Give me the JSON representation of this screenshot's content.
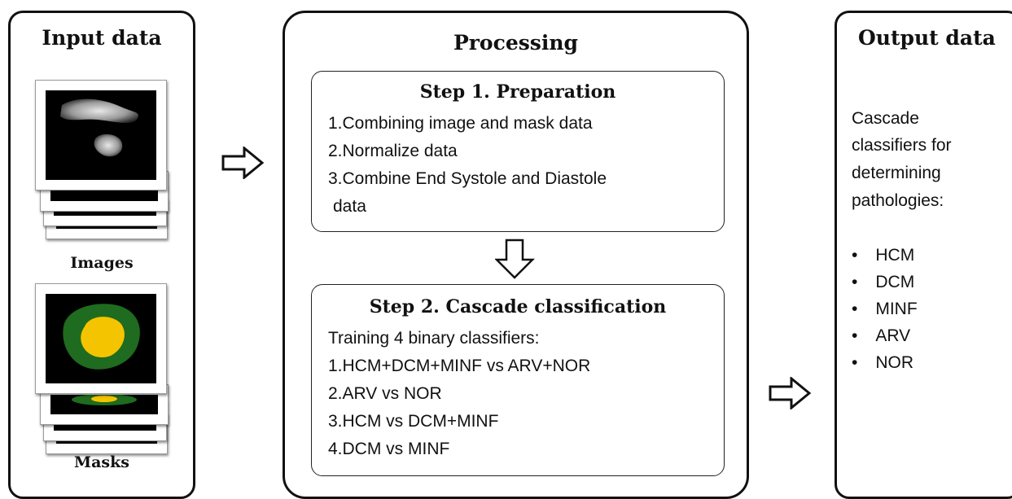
{
  "input": {
    "title": "Input data",
    "images_label": "Images",
    "masks_label": "Masks"
  },
  "processing": {
    "title": "Processing",
    "step1": {
      "title": "Step 1. Preparation",
      "lines": [
        "1.Combining image and mask data",
        "2.Normalize data",
        "3.Combine End Systole and Diastole",
        " data"
      ]
    },
    "step2": {
      "title": "Step 2. Cascade classification",
      "lines": [
        "Training 4 binary classifiers:",
        "1.HCM+DCM+MINF vs ARV+NOR",
        "2.ARV vs NOR",
        "3.HCM vs DCM+MINF",
        "4.DCM vs MINF"
      ]
    }
  },
  "output": {
    "title": "Output data",
    "description_lines": [
      "Cascade",
      "classifiers for",
      "determining",
      "pathologies:"
    ],
    "bullets": [
      "HCM",
      "DCM",
      "MINF",
      "ARV",
      "NOR"
    ]
  },
  "colors": {
    "mask_outer": "#1f6b1f",
    "mask_inner": "#f5c400",
    "image_bg": "#000000"
  }
}
